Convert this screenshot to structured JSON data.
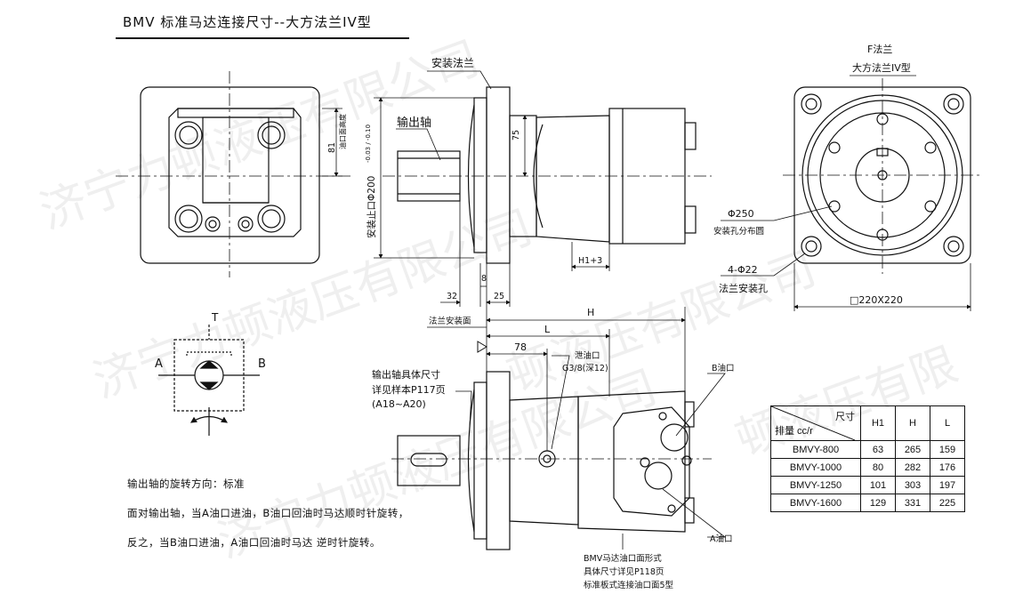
{
  "title": "BMV 标准马达连接尺寸--大方法兰IV型",
  "front_view": {
    "label_flange": "安装法兰",
    "label_shaft": "输出轴",
    "dim_75": "75",
    "dim_h1": "H1+3",
    "dim_8": "8",
    "dim_32": "32",
    "dim_25": "25",
    "dim_spigot": "安装止口Φ200",
    "dim_spigot_tol": "-0.03 / -0.10",
    "dim_81": "81",
    "dim_81_note": "油口面高度"
  },
  "right_view": {
    "title_top": "F法兰",
    "title_bottom": "大方法兰IV型",
    "pcd": "Φ250",
    "pcd_note": "安装孔分布圆",
    "holes": "4-Φ22",
    "holes_note": "法兰安装孔",
    "square": "□220X220"
  },
  "lower_view": {
    "label_face": "法兰安装面",
    "dim_H": "H",
    "dim_L": "L",
    "dim_78": "78",
    "drain": "泄油口",
    "drain_spec": "G3/8(深12)",
    "port_b": "B油口",
    "port_a": "A油口",
    "shaft_note_1": "输出轴具体尺寸",
    "shaft_note_2": "详见样本P117页",
    "shaft_note_3": "(A18~A20)",
    "face_note_1": "BMV马达油口面形式",
    "face_note_2": "具体尺寸详见P118页",
    "face_note_3": "标准板式连接油口面5型"
  },
  "symbol": {
    "label_t": "T",
    "label_a": "A",
    "label_b": "B"
  },
  "notes": {
    "line1": "输出轴的旋转方向：标准",
    "line2": "面对输出轴，当A油口进油，B油口回油时马达顺时针旋转，",
    "line3": "反之，当B油口进油，A油口回油时马达 逆时针旋转。"
  },
  "table": {
    "header_top": "尺寸",
    "header_bottom": "排量 cc/r",
    "columns": [
      "H1",
      "H",
      "L"
    ],
    "rows": [
      {
        "model": "BMVY-800",
        "h1": "63",
        "h": "265",
        "l": "159"
      },
      {
        "model": "BMVY-1000",
        "h1": "80",
        "h": "282",
        "l": "176"
      },
      {
        "model": "BMVY-1250",
        "h1": "101",
        "h": "303",
        "l": "197"
      },
      {
        "model": "BMVY-1600",
        "h1": "129",
        "h": "331",
        "l": "225"
      }
    ]
  },
  "watermark": [
    "济宁力顿液压有限公司",
    "济宁力顿液压有限公司",
    "顿液压有限公司",
    "济宁力顿液压有限公司",
    "顿液压有限"
  ]
}
